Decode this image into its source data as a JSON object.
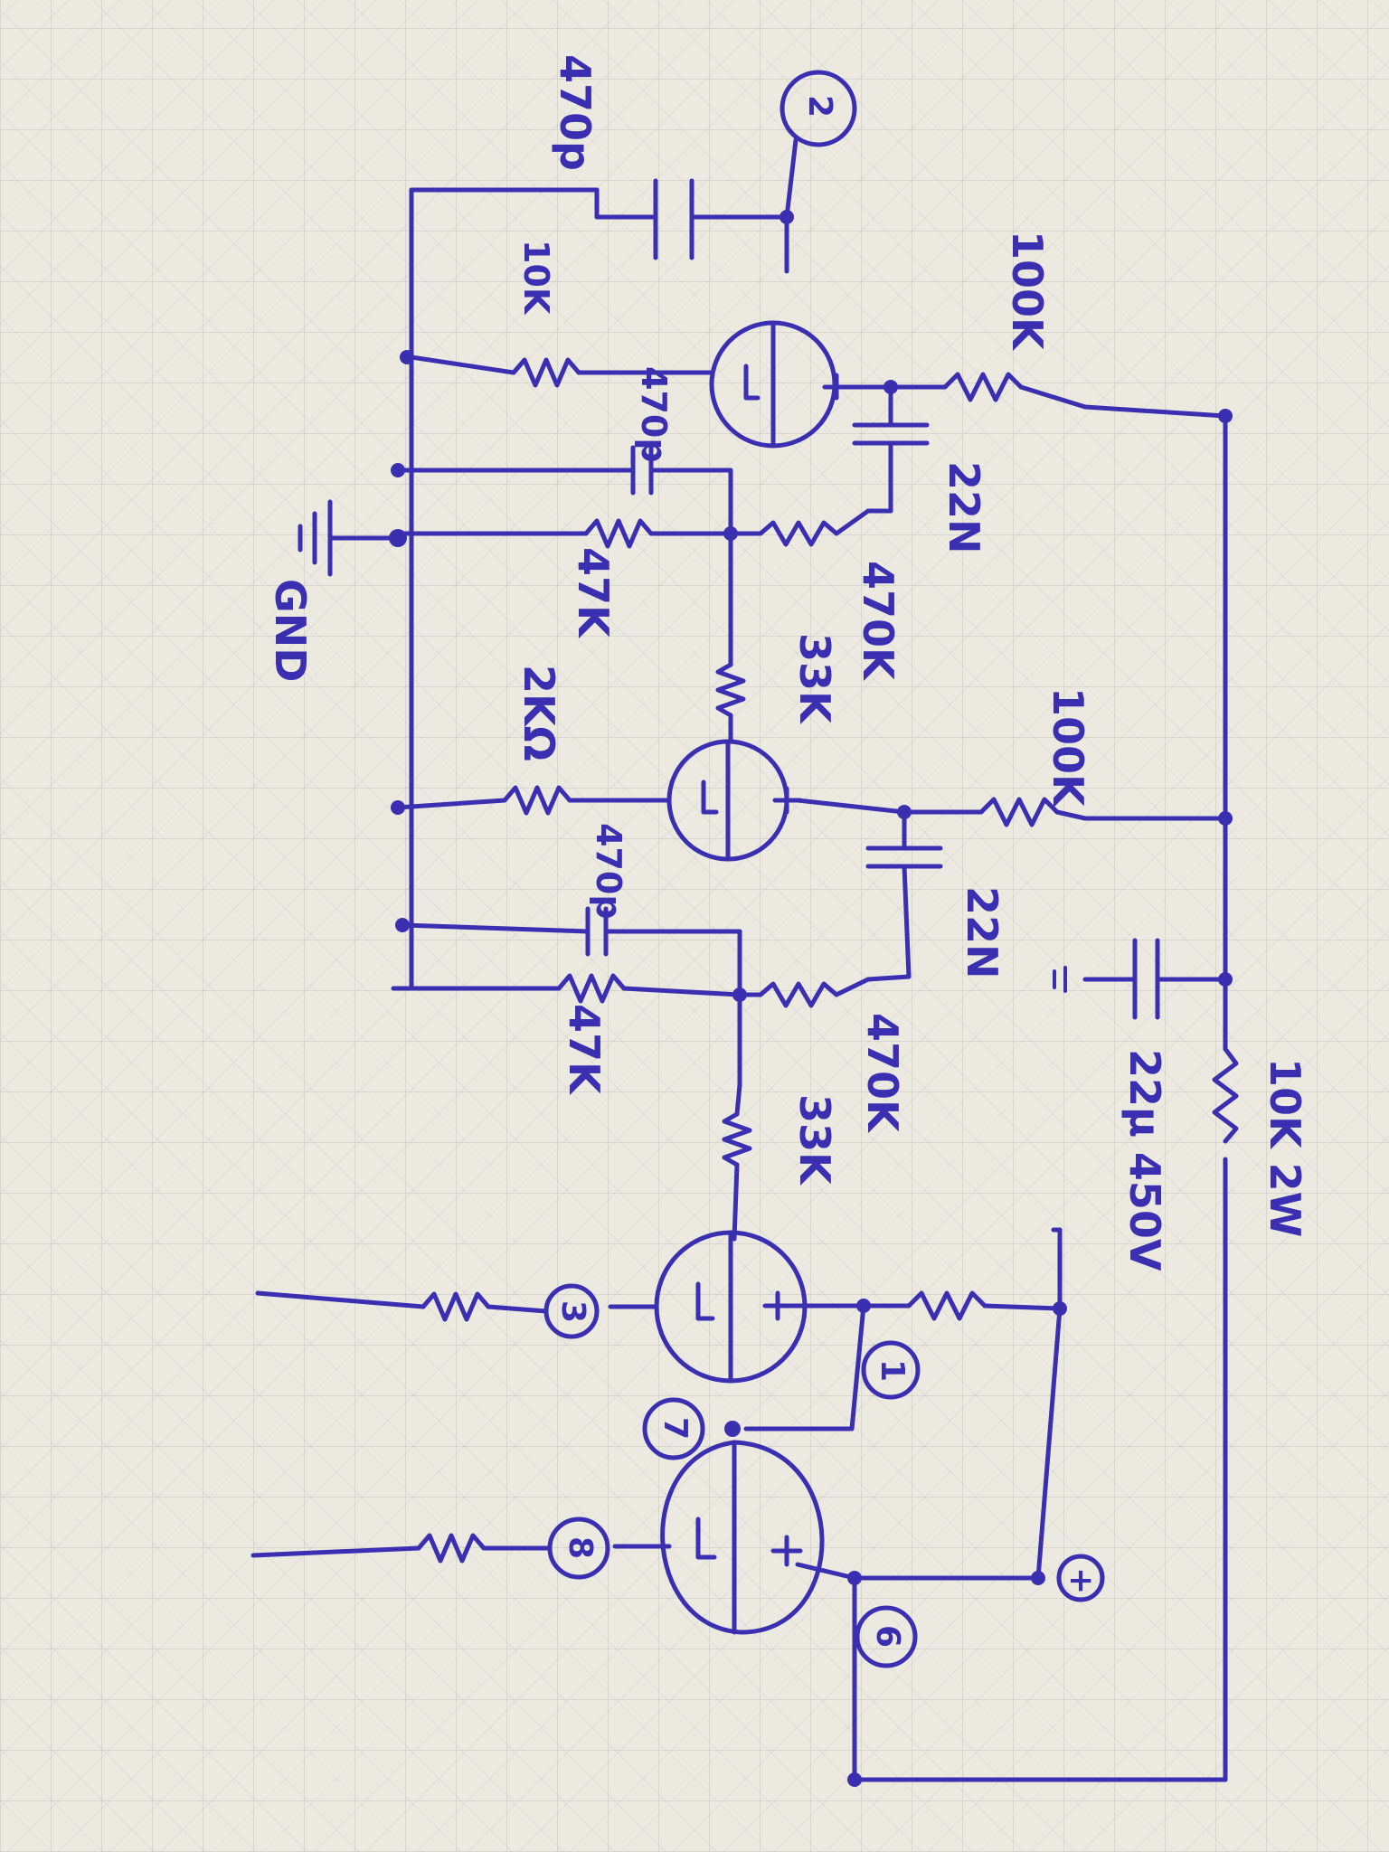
{
  "labels": {
    "r_plate1": "100K",
    "r_plate2": "100K",
    "r_grid_stop": "10K",
    "c_in": "470p",
    "c_fb1": "470p",
    "c_fb2": "470p",
    "c_cpl1": "22N",
    "c_cpl2": "22N",
    "r_grid1": "470K",
    "r_grid2": "470K",
    "r_ser1": "33K",
    "r_ser2": "33K",
    "r_gnd1": "47K",
    "r_gnd2": "47K",
    "r_cath": "2KΩ",
    "gnd": "GND",
    "r_supply": "10K 2W",
    "c_filter": "22μ 450V"
  },
  "pins": [
    "2",
    "3",
    "1",
    "7",
    "8",
    "6",
    "+"
  ],
  "colors": {
    "ink": "#3a2fb0",
    "paper": "#ebe9e0"
  }
}
